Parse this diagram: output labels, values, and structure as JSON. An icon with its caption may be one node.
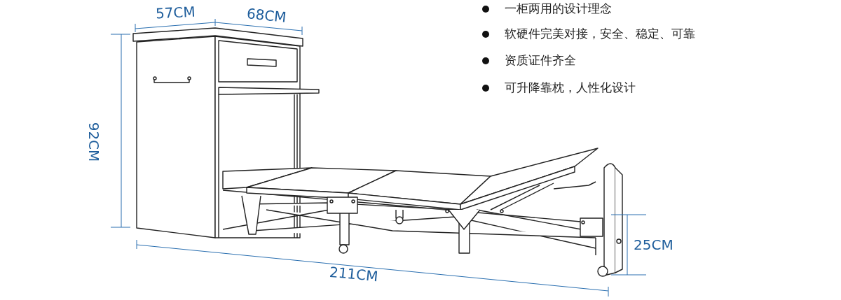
{
  "diagram": {
    "labels": [
      "57CM",
      "68CM",
      "一柜两用的设计理念",
      "软硬件完美对接，安全、稳定、可靠",
      "资质证件齐全",
      "可升降靠枕，人性化设计",
      "92CM",
      "25CM",
      "211CM"
    ]
  }
}
